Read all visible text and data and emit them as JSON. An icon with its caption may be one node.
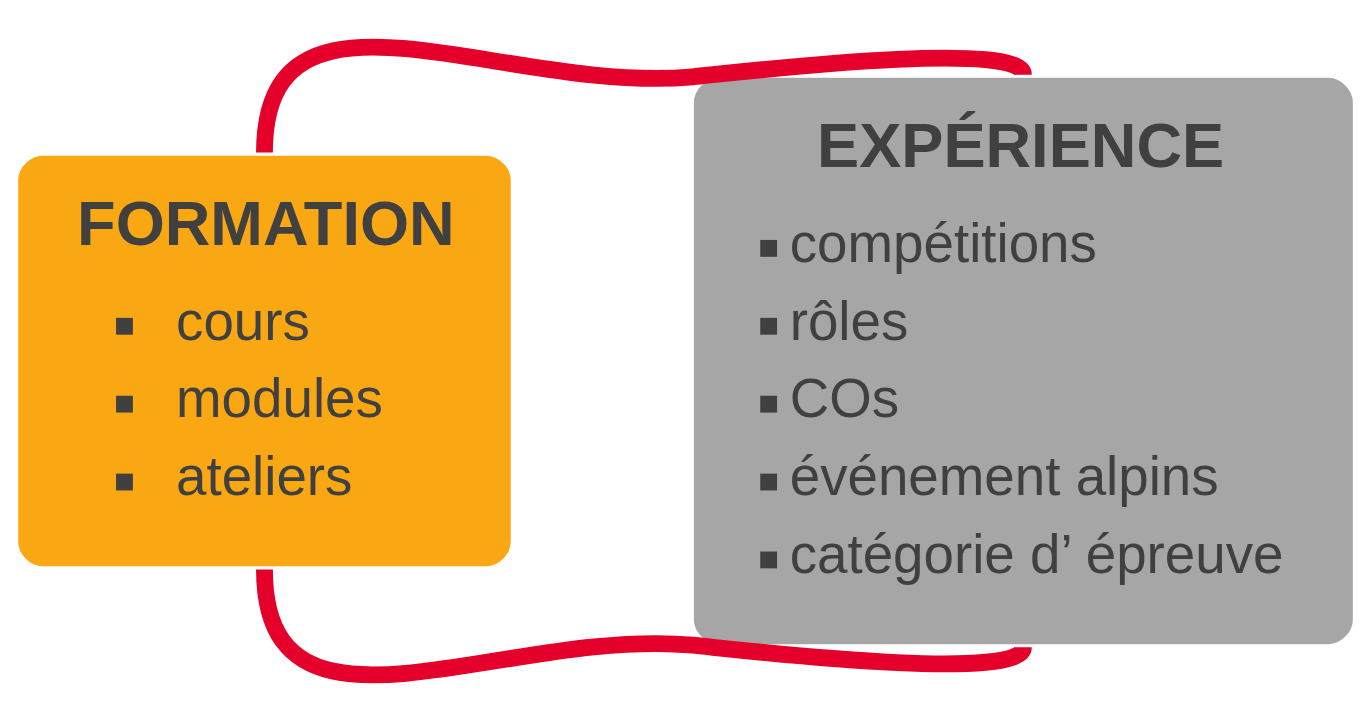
{
  "diagram": {
    "nodes": [
      {
        "text": [
          "FORMATION",
          "cours",
          "modules",
          "ateliers"
        ]
      },
      {
        "text": [
          "EXPÉRIENCE",
          "compétitions",
          "rôles",
          "COs",
          "événement alpins",
          "catégorie d’ épreuve"
        ]
      }
    ],
    "edges": [
      {
        "from": 0,
        "to": 1,
        "arrow": "none"
      },
      {
        "from": 0,
        "to": 1,
        "arrow": "none"
      }
    ]
  }
}
